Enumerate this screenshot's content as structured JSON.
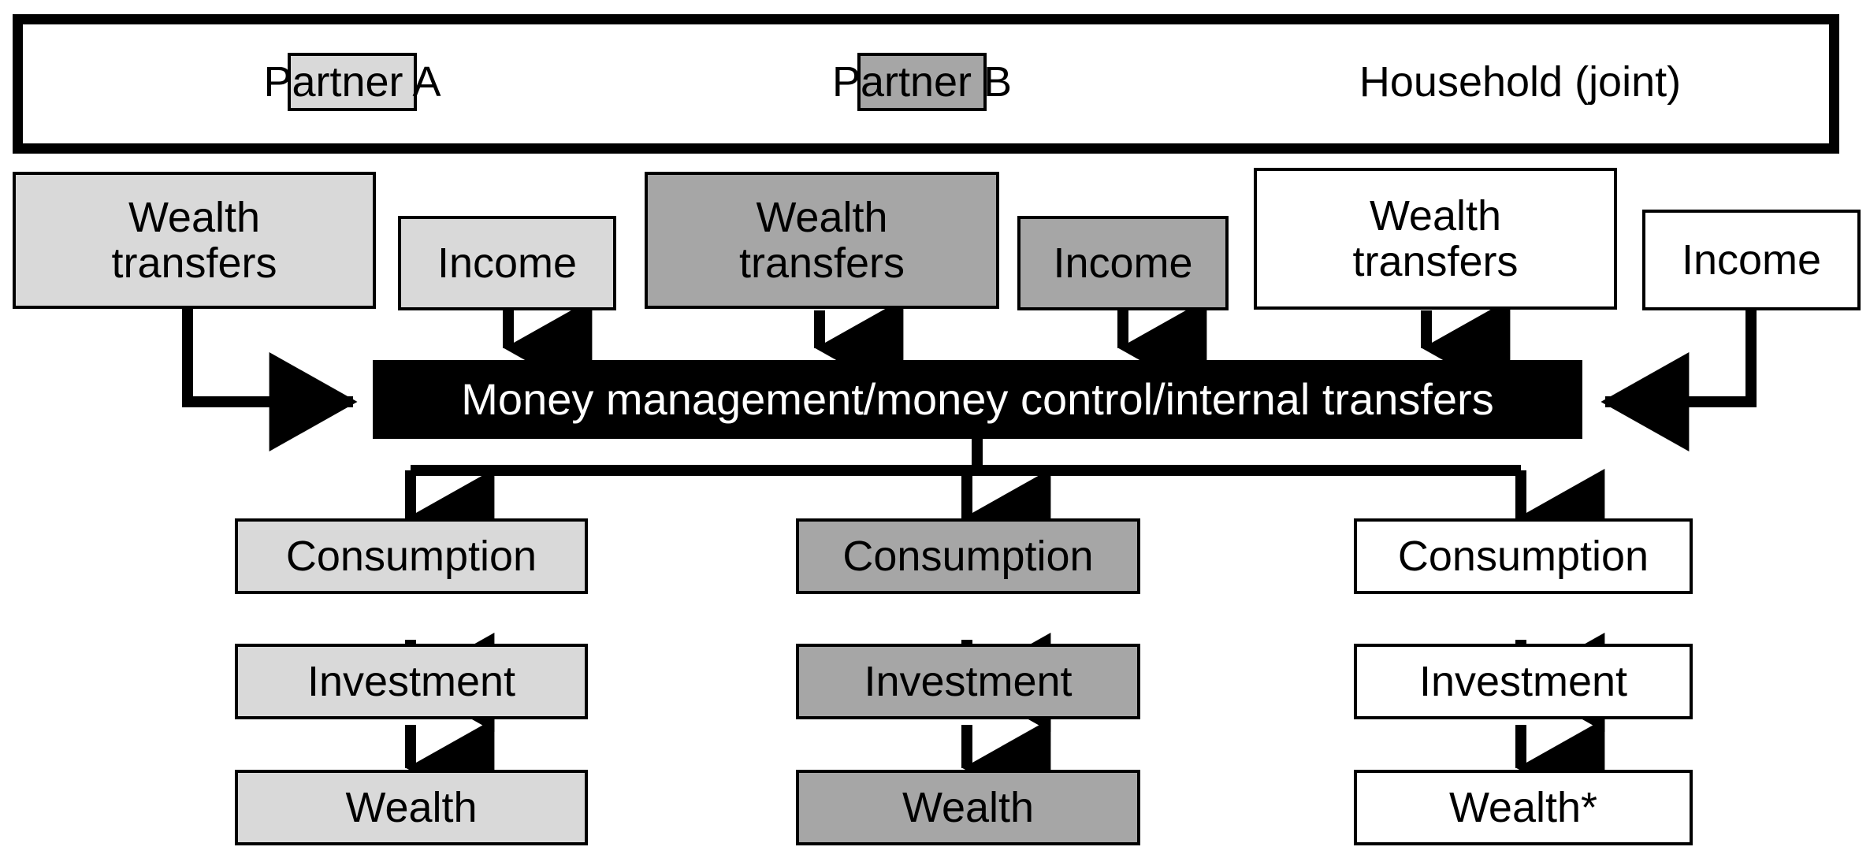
{
  "diagram": {
    "title_row": {
      "partner_a": "Partner A",
      "partner_b": "Partner B",
      "household": "Household (joint)"
    },
    "hub": {
      "label": "Money management/money control/internal transfers"
    },
    "sources": {
      "a_wealth_transfers": "Wealth\ntransfers",
      "a_income": "Income",
      "b_wealth_transfers": "Wealth\ntransfers",
      "b_income": "Income",
      "h_wealth_transfers": "Wealth\ntransfers",
      "h_income": "Income"
    },
    "outcomes": {
      "a_consumption": "Consumption",
      "a_investment": "Investment",
      "a_wealth": "Wealth",
      "b_consumption": "Consumption",
      "b_investment": "Investment",
      "b_wealth": "Wealth",
      "h_consumption": "Consumption",
      "h_investment": "Investment",
      "h_wealth": "Wealth*"
    },
    "colors": {
      "partner_a_fill": "#d9d9d9",
      "partner_b_fill": "#a6a6a6",
      "household_fill": "#ffffff",
      "hub_fill": "#000000",
      "hub_text": "#ffffff",
      "stroke": "#000000"
    }
  }
}
